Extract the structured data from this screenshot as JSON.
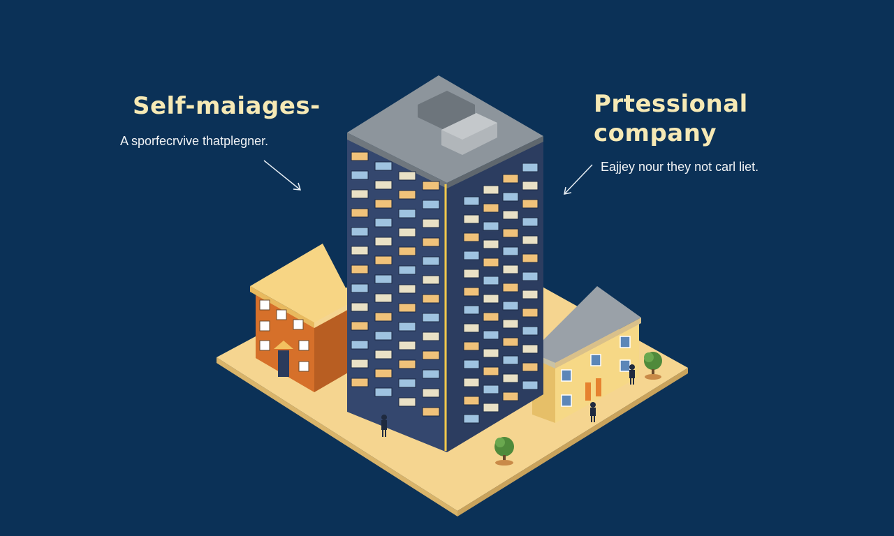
{
  "labels": {
    "left": {
      "title": "Self-maiages-",
      "subtitle": "A sporfecrvive thatplegner."
    },
    "right": {
      "title": "Prtessional company",
      "subtitle": "Eajjey nour they not carl liet."
    }
  },
  "colors": {
    "background": "#0b3157",
    "ground": "#f5d590",
    "tower": "#34476e",
    "roof": "#8d959c",
    "orange_building": "#e6822f",
    "yellow_building": "#f6d886",
    "accent_line": "#f2c84b",
    "title_text": "#f6e9b5"
  },
  "icons": {
    "left_arrow": "arrow-down-right-icon",
    "right_arrow": "arrow-down-left-icon",
    "trees": "tree-icon",
    "people": "person-icon"
  }
}
